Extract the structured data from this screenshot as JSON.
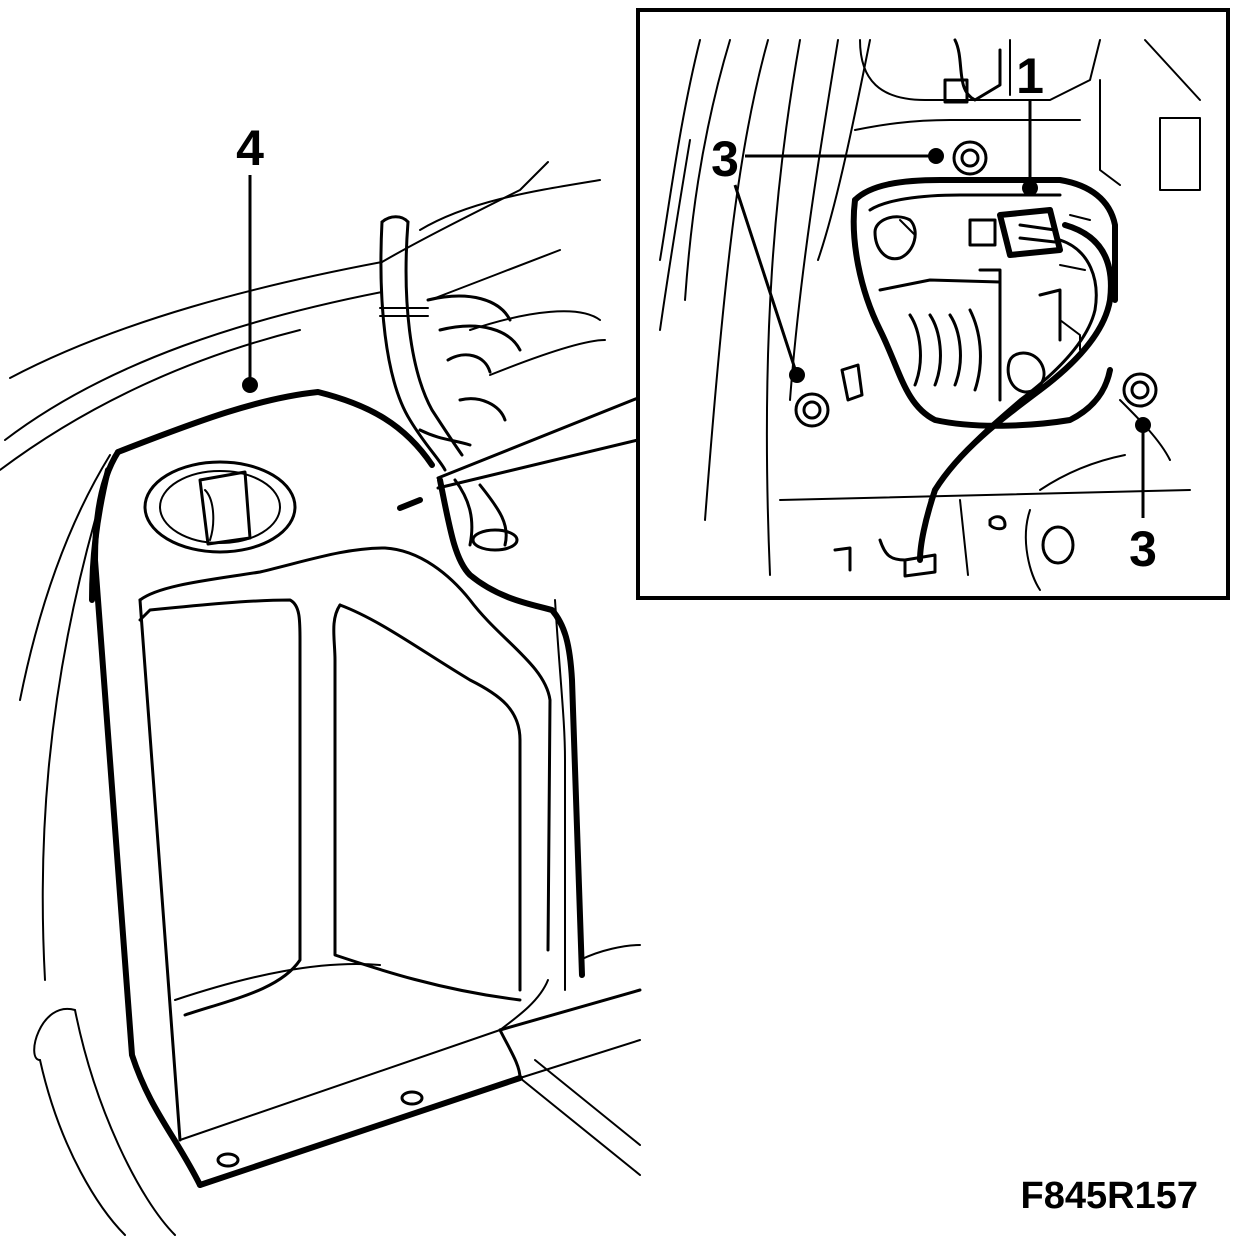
{
  "callouts": {
    "part_1": "1",
    "part_3_top": "3",
    "part_3_left": "3",
    "part_3_right": "3",
    "part_4": "4"
  },
  "figure_id": "F845R157",
  "colors": {
    "line": "#000000",
    "background": "#ffffff"
  }
}
